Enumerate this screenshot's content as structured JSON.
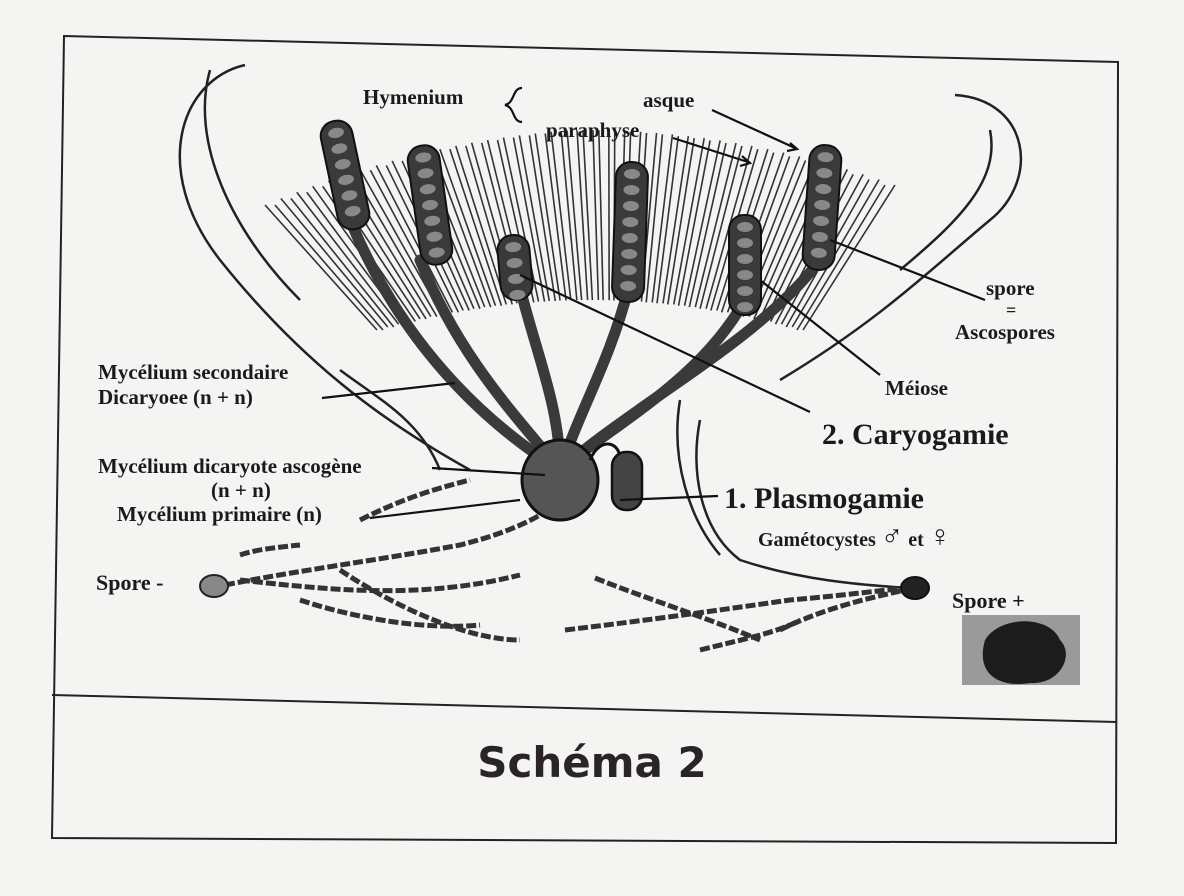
{
  "labels": {
    "hymenium": "Hymenium",
    "asque": "asque",
    "paraphyse": "paraphyse",
    "spore": "spore",
    "equals": "=",
    "ascospores": "Ascospores",
    "mycelium_secondaire": "Mycélium secondaire",
    "dicaryoee": "Dicaryoee (n + n)",
    "meiose": "Méiose",
    "caryogamie": "2. Caryogamie",
    "mycelium_ascogene": "Mycélium dicaryote ascogène",
    "ascogene_ploidy": "(n + n)",
    "mycelium_primaire": "Mycélium primaire (n)",
    "plasmogamie": "1. Plasmogamie",
    "gametocystes": "Gamétocystes",
    "male_symbol": "♂",
    "et": "et",
    "female_symbol": "♀",
    "spore_minus": "Spore -",
    "spore_plus": "Spore +"
  },
  "caption": "Schéma 2",
  "colors": {
    "ink": "#1a1a1a",
    "paper": "#f4f4f2",
    "ascus": "#3a3a3a"
  }
}
